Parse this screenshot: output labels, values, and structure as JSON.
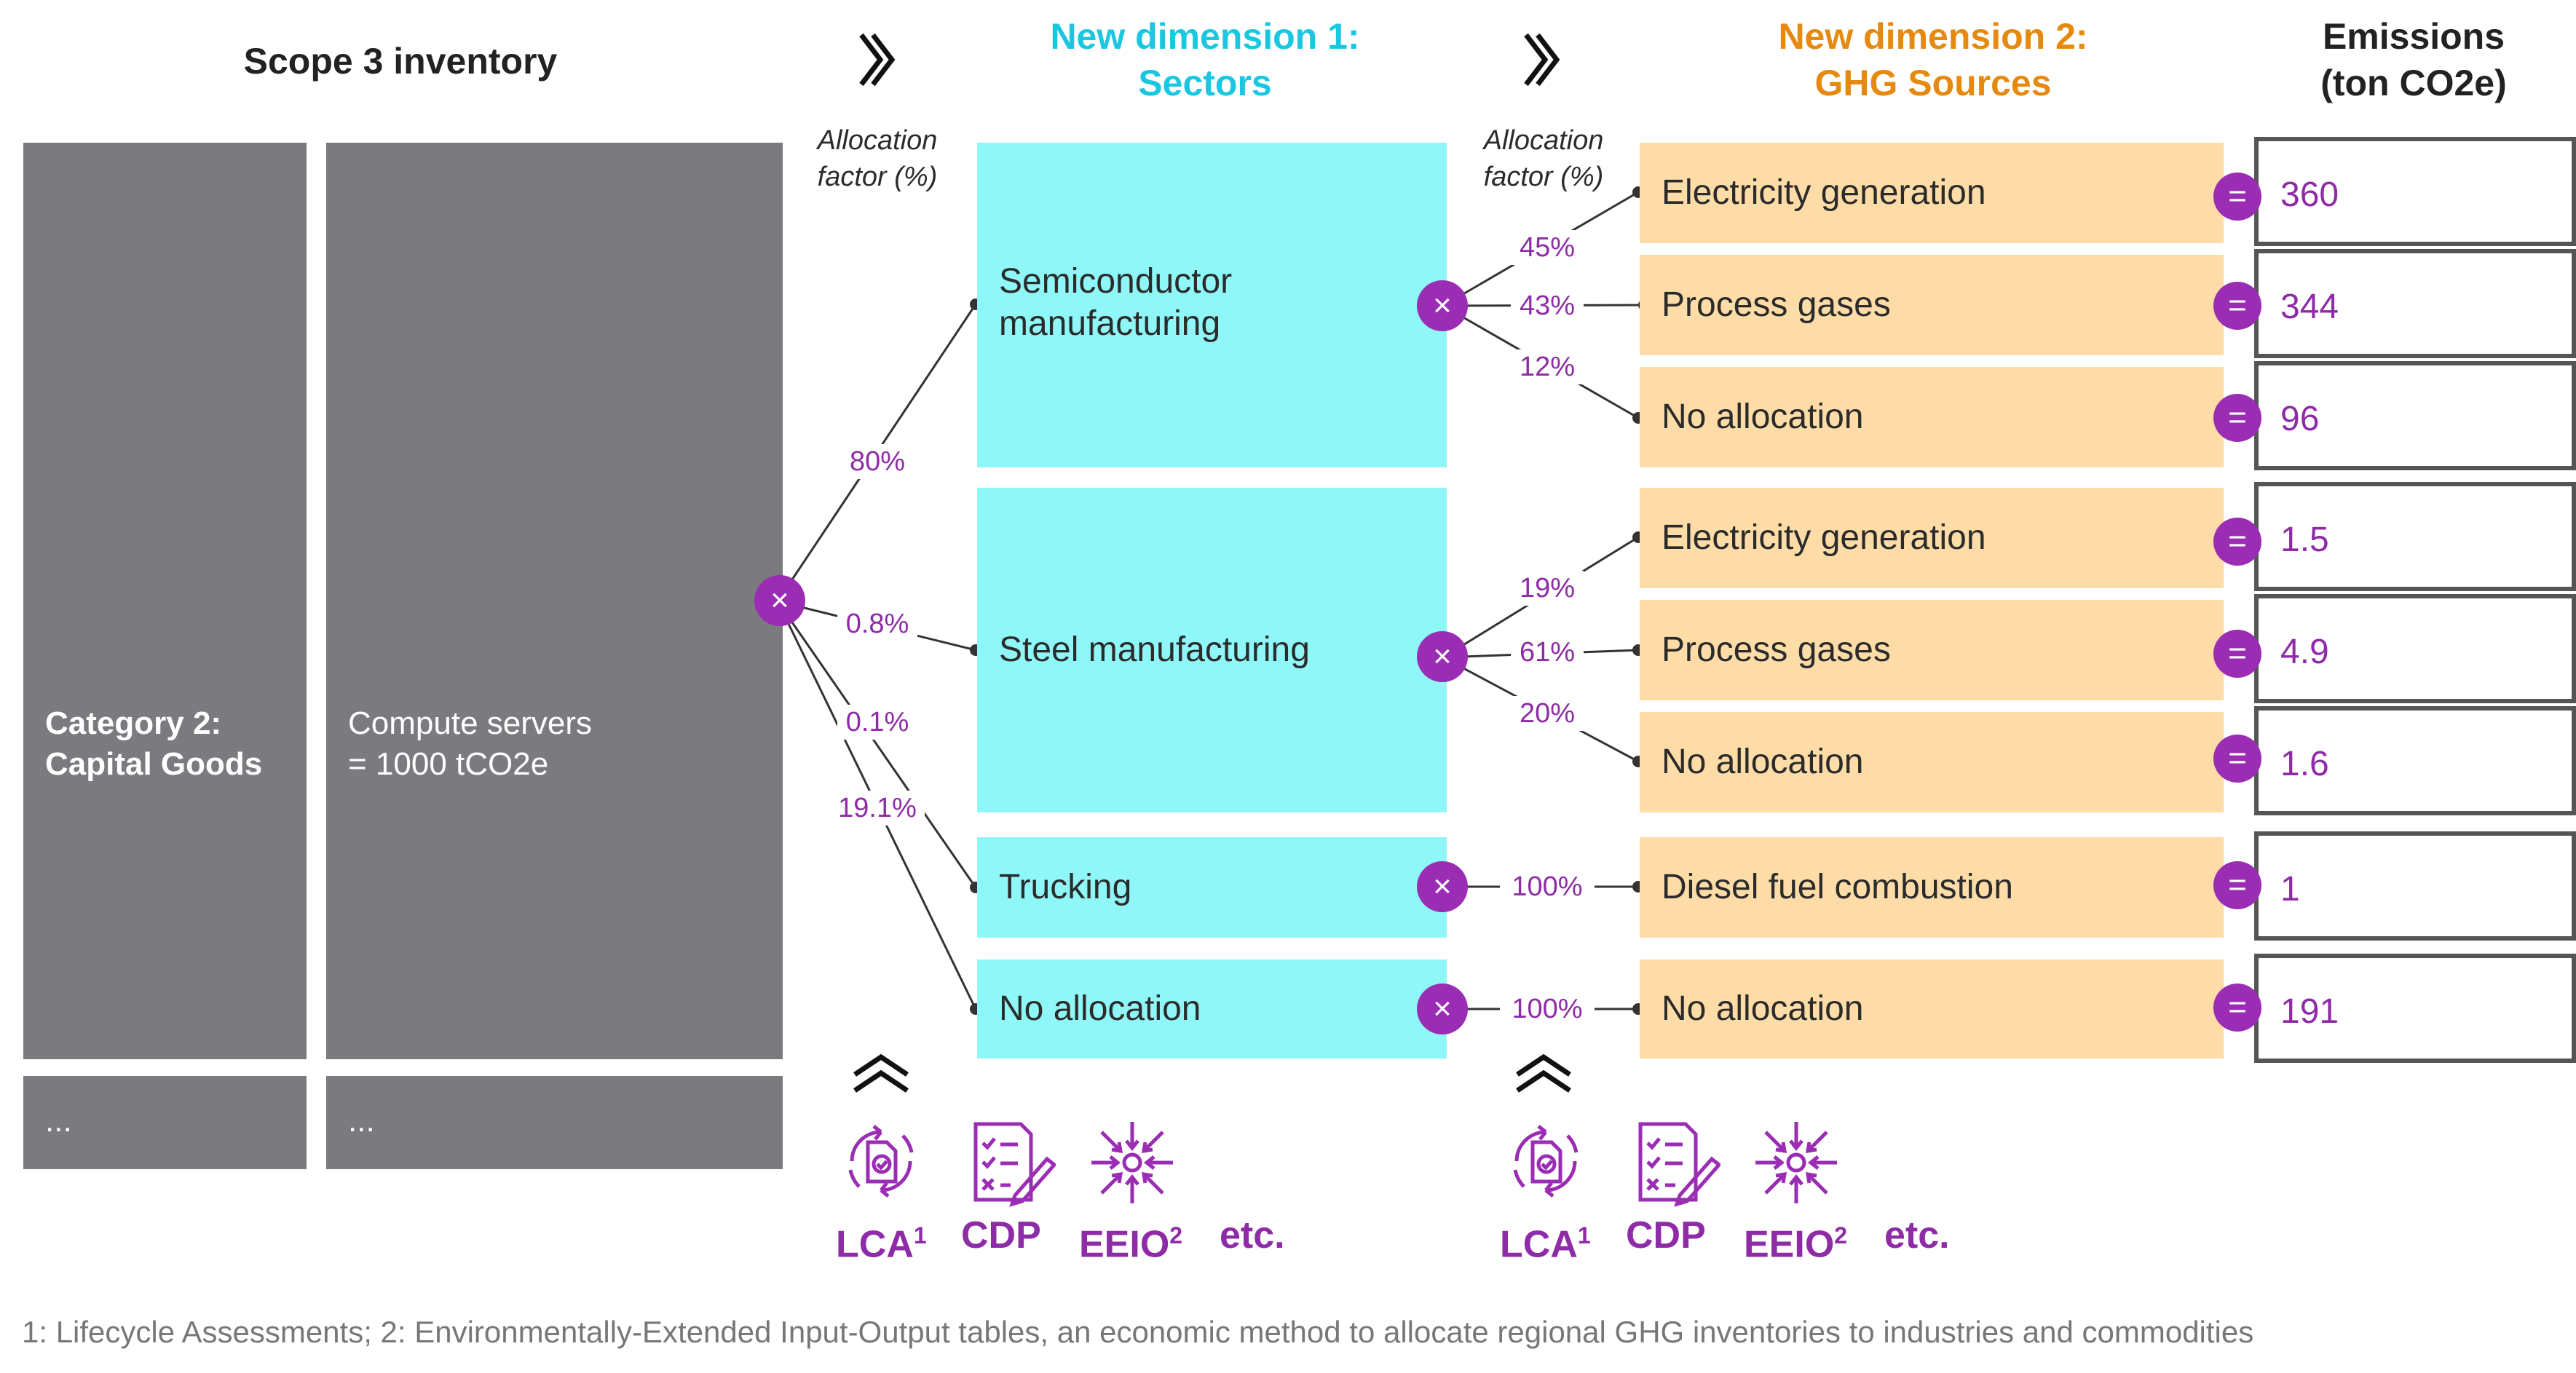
{
  "headers": {
    "scope3": "Scope 3 inventory",
    "dim1_line1": "New dimension 1:",
    "dim1_line2": "Sectors",
    "dim2_line1": "New dimension 2:",
    "dim2_line2": "GHG Sources",
    "emissions_line1": "Emissions",
    "emissions_line2": "(ton CO2e)"
  },
  "allocation_header": {
    "line1": "Allocation",
    "line2": "factor (%)"
  },
  "inventory": {
    "category_line1": "Category 2:",
    "category_line2": "Capital Goods",
    "item_line1": "Compute servers",
    "item_line2": "= 1000 tCO2e",
    "more_category": "...",
    "more_item": "..."
  },
  "sectors": [
    {
      "line1": "Semiconductor",
      "line2": "manufacturing",
      "factor": "80%"
    },
    {
      "line1": "Steel manufacturing",
      "line2": "",
      "factor": "0.8%"
    },
    {
      "line1": "Trucking",
      "line2": "",
      "factor": "0.1%"
    },
    {
      "line1": "No allocation",
      "line2": "",
      "factor": "19.1%"
    }
  ],
  "sources": [
    {
      "label": "Electricity generation",
      "factor": "45%",
      "emissions": "360"
    },
    {
      "label": "Process gases",
      "factor": "43%",
      "emissions": "344"
    },
    {
      "label": "No allocation",
      "factor": "12%",
      "emissions": "96"
    },
    {
      "label": "Electricity generation",
      "factor": "19%",
      "emissions": "1.5"
    },
    {
      "label": "Process gases",
      "factor": "61%",
      "emissions": "4.9"
    },
    {
      "label": "No allocation",
      "factor": "20%",
      "emissions": "1.6"
    },
    {
      "label": "Diesel fuel combustion",
      "factor": "100%",
      "emissions": "1"
    },
    {
      "label": "No allocation",
      "factor": "100%",
      "emissions": "191"
    }
  ],
  "operators": {
    "multiply": "×",
    "equals": "="
  },
  "tools": {
    "lca": "LCA",
    "lca_sup": "1",
    "cdp": "CDP",
    "eeio": "EEIO",
    "eeio_sup": "2",
    "etc": "etc."
  },
  "footnote": "1: Lifecycle Assessments; 2: Environmentally-Extended Input-Output tables, an economic method to allocate regional GHG inventories to industries and commodities",
  "colors": {
    "gray": "#7b7a7f",
    "cyan": "#8ff7f8",
    "cyan_text": "#19c8e0",
    "orange": "#fedca7",
    "orange_text": "#e58a0f",
    "purple": "#9a2db3"
  }
}
